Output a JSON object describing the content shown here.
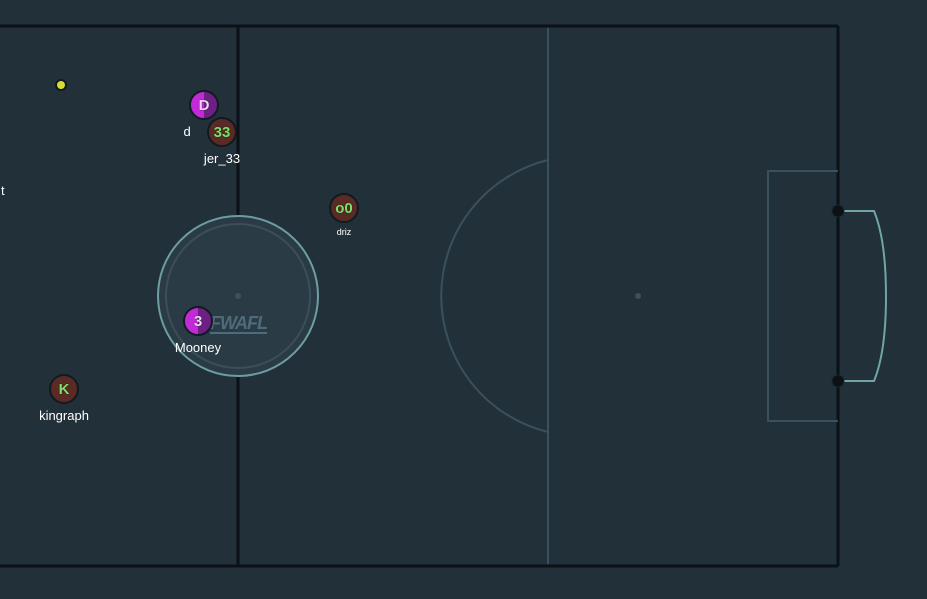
{
  "watermark": "FWAFL",
  "colors": {
    "background": "#22303a",
    "field_line": "#0b1115",
    "faint_line": "#3a505c",
    "goal_post": "#6fa5a5",
    "red_team": "#5a2a24",
    "blue_team": "#c22ad8",
    "ball": "#d8dd2c"
  },
  "players": [
    {
      "id": "dang",
      "avatar": "D",
      "name": "dang",
      "team": "blue"
    },
    {
      "id": "jer33",
      "avatar": "33",
      "name": "jer_33",
      "team": "red"
    },
    {
      "id": "driz",
      "avatar": "o0",
      "name": "driz",
      "team": "red"
    },
    {
      "id": "mooney",
      "avatar": "3",
      "name": "Mooney",
      "team": "blue"
    },
    {
      "id": "kingraph",
      "avatar": "K",
      "name": "kingraph",
      "team": "red"
    }
  ],
  "offscreen_label": "t"
}
